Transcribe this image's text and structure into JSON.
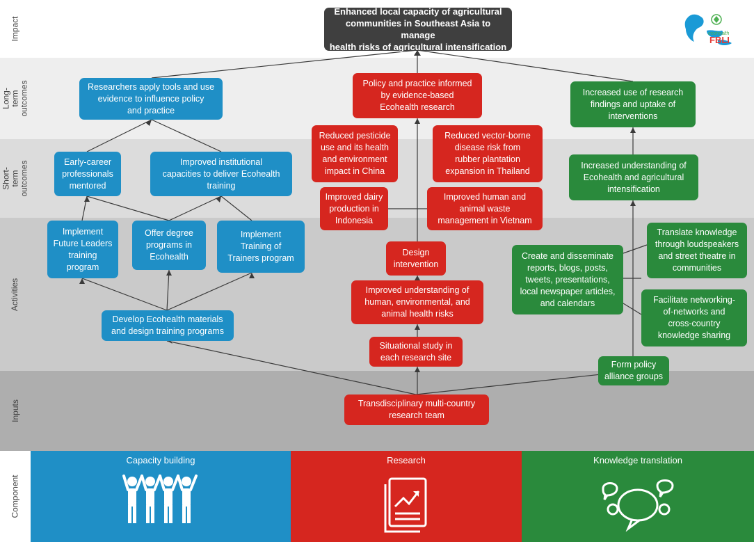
{
  "row_labels": {
    "impact": "Impact",
    "long_term": "Long-term\noutcomes",
    "short_term": "Short-term\noutcomes",
    "activities": "Activities",
    "inputs": "Inputs",
    "component": "Component"
  },
  "impact_box": "Enhanced local capacity of agricultural\ncommunities in Southeast Asia to manage\nhealth risks of agricultural intensification",
  "logo": {
    "top_text": "ecohealth",
    "main_text": "FBLI"
  },
  "capacity": {
    "long_term": "Researchers apply tools and use\nevidence to influence policy\nand practice",
    "mentored": "Early-career\nprofessionals\nmentored",
    "institutional": "Improved institutional\ncapacities to deliver Ecohealth\ntraining",
    "future_leaders": "Implement\nFuture Leaders\ntraining\nprogram",
    "degree": "Offer degree\nprograms in\nEcohealth",
    "tot": "Implement\nTraining of\nTrainers program",
    "develop": "Develop Ecohealth materials\nand design training programs"
  },
  "research": {
    "long_term": "Policy and practice informed\nby evidence-based\nEcohealth research",
    "pesticide": "Reduced pesticide\nuse and its health\nand environment\nimpact in China",
    "vector": "Reduced vector-borne\ndisease risk from\nrubber plantation\nexpansion in Thailand",
    "dairy": "Improved dairy\nproduction in\nIndonesia",
    "waste": "Improved human and\nanimal waste\nmanagement in Vietnam",
    "design": "Design\nintervention",
    "understanding": "Improved understanding of\nhuman, environmental, and\nanimal health risks",
    "situational": "Situational study in\neach research site",
    "team": "Transdisciplinary multi-country\nresearch team"
  },
  "knowledge": {
    "long_term": "Increased use of research\nfindings and uptake of\ninterventions",
    "understanding": "Increased understanding of\nEcohealth and agricultural\nintensification",
    "translate": "Translate knowledge\nthrough loudspeakers\nand street theatre in\ncommunities",
    "disseminate": "Create and disseminate\nreports, blogs, posts,\ntweets, presentations,\nlocal newspaper articles,\nand calendars",
    "networking": "Facilitate networking-\nof-networks and\ncross-country\nknowledge sharing",
    "alliance": "Form policy\nalliance groups"
  },
  "components": {
    "capacity": "Capacity building",
    "research": "Research",
    "knowledge": "Knowledge translation"
  },
  "colors": {
    "capacity": "#1f8fc6",
    "research": "#d6261f",
    "knowledge": "#2a8a3c",
    "impact": "#3f3f3f"
  },
  "icons": {
    "capacity": "people-arms-raised-icon",
    "research": "report-chart-icon",
    "knowledge": "speech-bubbles-icon"
  }
}
